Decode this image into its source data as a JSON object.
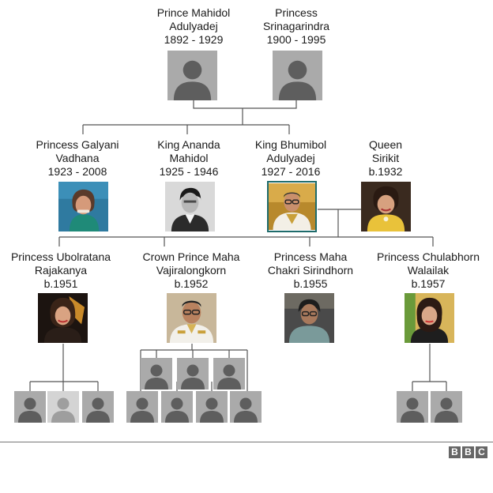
{
  "tree": {
    "generation1": [
      {
        "name_line1": "Prince Mahidol",
        "name_line2": "Adulyadej",
        "years": "1892 - 1929"
      },
      {
        "name_line1": "Princess",
        "name_line2": "Srinagarindra",
        "years": "1900 - 1995"
      }
    ],
    "generation2": [
      {
        "name_line1": "Princess Galyani",
        "name_line2": "Vadhana",
        "years": "1923 - 2008"
      },
      {
        "name_line1": "King Ananda",
        "name_line2": "Mahidol",
        "years": "1925 - 1946"
      },
      {
        "name_line1": "King Bhumibol",
        "name_line2": "Adulyadej",
        "years": "1927 - 2016"
      },
      {
        "name_line1": "Queen",
        "name_line2": "Sirikit",
        "years": "b.1932"
      }
    ],
    "generation3": [
      {
        "name_line1": "Princess Ubolratana",
        "name_line2": "Rajakanya",
        "years": "b.1951"
      },
      {
        "name_line1": "Crown Prince Maha",
        "name_line2": "Vajiralongkorn",
        "years": "b.1952"
      },
      {
        "name_line1": "Princess Maha",
        "name_line2": "Chakri Sirindhorn",
        "years": "b.1955"
      },
      {
        "name_line1": "Princess Chulabhorn",
        "name_line2": "Walailak",
        "years": "b.1957"
      }
    ]
  },
  "colors": {
    "connector": "#555555",
    "silhouette_bg": "#aaaaaa",
    "silhouette_fg": "#5e5e5e",
    "highlight_border": "#1e6b6b"
  },
  "footer": {
    "logo": [
      "B",
      "B",
      "C"
    ]
  }
}
